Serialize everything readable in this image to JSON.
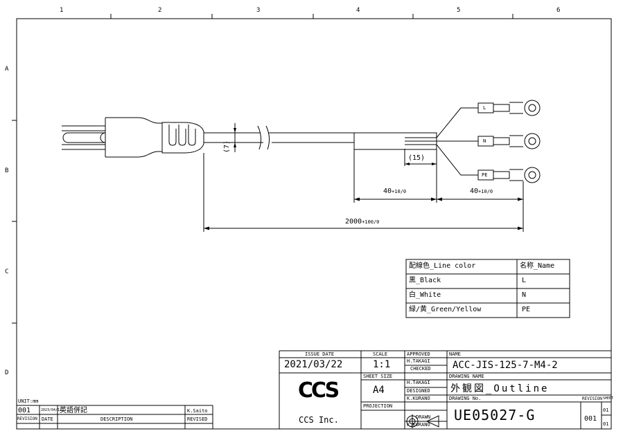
{
  "zones": {
    "columns": [
      "1",
      "2",
      "3",
      "4",
      "5",
      "6"
    ],
    "rows": [
      "A",
      "B",
      "C",
      "D"
    ]
  },
  "drawing": {
    "wire_labels": [
      "L",
      "N",
      "PE"
    ],
    "dim_cable_dia": "(7)",
    "dim_strip": "(15)",
    "dim_sleeve": "40",
    "dim_sleeve_tol": "+10/0",
    "dim_leads": "40",
    "dim_leads_tol": "+10/0",
    "dim_total": "2000",
    "dim_total_tol": "+100/0"
  },
  "color_table": {
    "headers": [
      "配線色_Line color",
      "名称_Name"
    ],
    "rows": [
      [
        "黒_Black",
        "L"
      ],
      [
        "白_White",
        "N"
      ],
      [
        "緑/黄_Green/Yellow",
        "PE"
      ]
    ]
  },
  "title_block": {
    "issue_date_label": "ISSUE DATE",
    "issue_date": "2021/03/22",
    "scale_label": "SCALE",
    "scale": "1:1",
    "sheet_size_label": "SHEET SIZE",
    "sheet_size": "A4",
    "projection_label": "PROJECTION",
    "approved_label": "APPROVED",
    "approved_by": "H.TAKAGI",
    "checked_label": "CHECKED",
    "checked_by": "H.TAKAGI",
    "designed_label": "DESIGNED",
    "designed_by": "K.KURANO",
    "drawn_label": "DRAWN",
    "drawn_by": "K.KURANO",
    "name_label": "NAME",
    "name": "ACC-JIS-125-7-M4-2",
    "drawing_name_label": "DRAWING NAME",
    "drawing_name": "外観図_Outline",
    "drawing_no_label": "DRAWING No.",
    "drawing_no": "UE05027-G",
    "revision_label": "REVISION",
    "revision": "001",
    "sheet_label": "SHEET",
    "sheet_num": "01",
    "sheet_total": "01",
    "company_logo": "CCS",
    "company": "CCS Inc."
  },
  "revision_block": {
    "unit": "UNIT:mm",
    "revision": "001",
    "date": "2023/04/12",
    "description": "英語併記",
    "revised_by": "K.Saito",
    "headers": [
      "REVISION",
      "DATE",
      "DESCRIPTION",
      "REVISED"
    ]
  }
}
